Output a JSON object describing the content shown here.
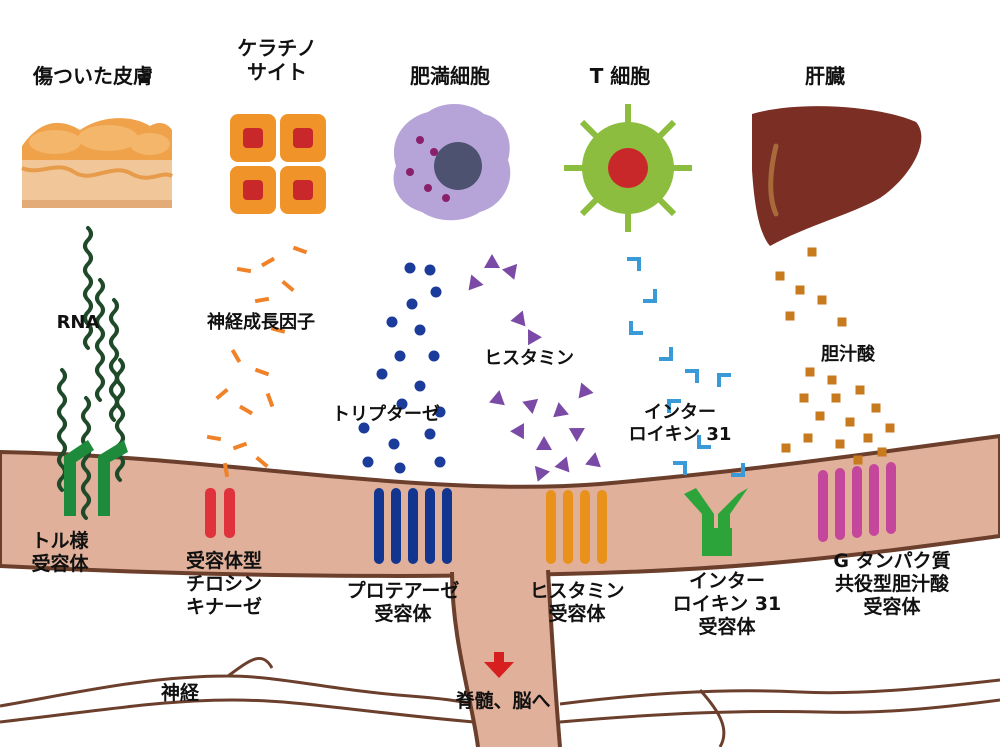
{
  "sources": {
    "injured_skin": "傷ついた皮膚",
    "keratinocyte": "ケラチノ\nサイト",
    "mast_cell": "肥満細胞",
    "t_cell": "T 細胞",
    "liver": "肝臓"
  },
  "mediators": {
    "rna": "RNA",
    "ngf": "神経成長因子",
    "tryptase": "トリプターゼ",
    "histamine": "ヒスタミン",
    "il31": "インター\nロイキン 31",
    "bile_acid": "胆汁酸"
  },
  "receptors": {
    "tlr": "トル様\n受容体",
    "rtk": "受容体型\nチロシン\nキナーゼ",
    "protease": "プロテアーゼ\n受容体",
    "histamine": "ヒスタミン\n受容体",
    "il31": "インター\nロイキン 31\n受容体",
    "gpbar": "G タンパク質\n共役型胆汁酸\n受容体"
  },
  "nerve": {
    "label": "神経",
    "destination": "脊髄、脳へ"
  },
  "colors": {
    "nerve_fill": "#e0b09a",
    "nerve_edge": "#6b3f2c",
    "tlr": "#1e8a3c",
    "rtk": "#e0323c",
    "protease": "#12358f",
    "histamine": "#e8921c",
    "il31": "#2da43a",
    "gpbar": "#c4479c",
    "rna": "#1f4a2a",
    "ngf": "#f0822a",
    "tryptase": "#1b3c9a",
    "histamine_particles": "#7a4aa6",
    "il31_particles": "#3a9ad8",
    "bile_particles": "#c87a1e",
    "arrow": "#d61f1f"
  }
}
